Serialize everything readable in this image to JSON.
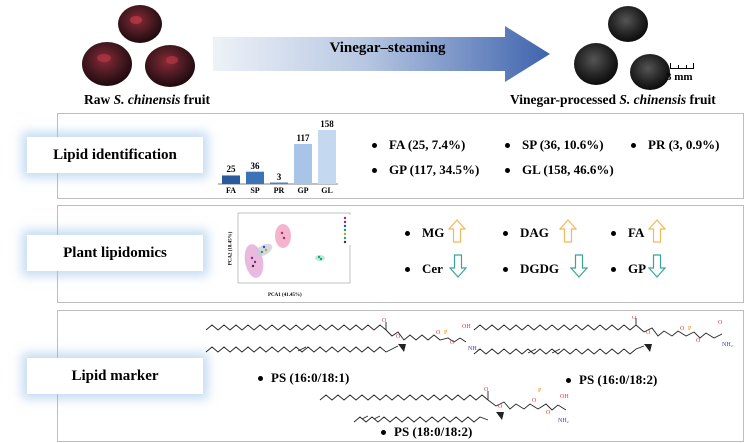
{
  "header": {
    "process_label": "Vinegar–steaming",
    "scale_label": "3 mm",
    "raw_caption_prefix": "Raw ",
    "raw_caption_italic": "S. chinensis",
    "raw_caption_suffix": " fruit",
    "processed_caption_prefix": "Vinegar-processed ",
    "processed_caption_italic": "S. chinensis",
    "processed_caption_suffix": " fruit"
  },
  "identification": {
    "title": "Lipid identification",
    "chart_data": {
      "type": "bar",
      "categories": [
        "FA",
        "SP",
        "PR",
        "GP",
        "GL"
      ],
      "values": [
        25,
        36,
        3,
        117,
        158
      ],
      "ylim": [
        0,
        158
      ],
      "colors": [
        "#2a5a9e",
        "#3b73b6",
        "#4f84c4",
        "#a8c4e6",
        "#c4d8f0"
      ]
    },
    "items": [
      "FA (25, 7.4%)",
      "SP (36, 10.6%)",
      "PR (3, 0.9%)",
      "GP (117, 34.5%)",
      "GL (158, 46.6%)"
    ]
  },
  "lipidomics": {
    "title": "Plant lipidomics",
    "pca_xlabel": "PCA1 (41.45%)",
    "pca_ylabel": "PCA2 (18.45%)",
    "up": [
      "MG",
      "DAG",
      "FA"
    ],
    "down": [
      "Cer",
      "DGDG",
      "GP"
    ],
    "up_color": "#f0b85a",
    "down_color": "#3aa596"
  },
  "marker": {
    "title": "Lipid marker",
    "compounds": [
      "PS (16:0/18:1)",
      "PS (16:0/18:2)",
      "PS (18:0/18:2)"
    ]
  }
}
